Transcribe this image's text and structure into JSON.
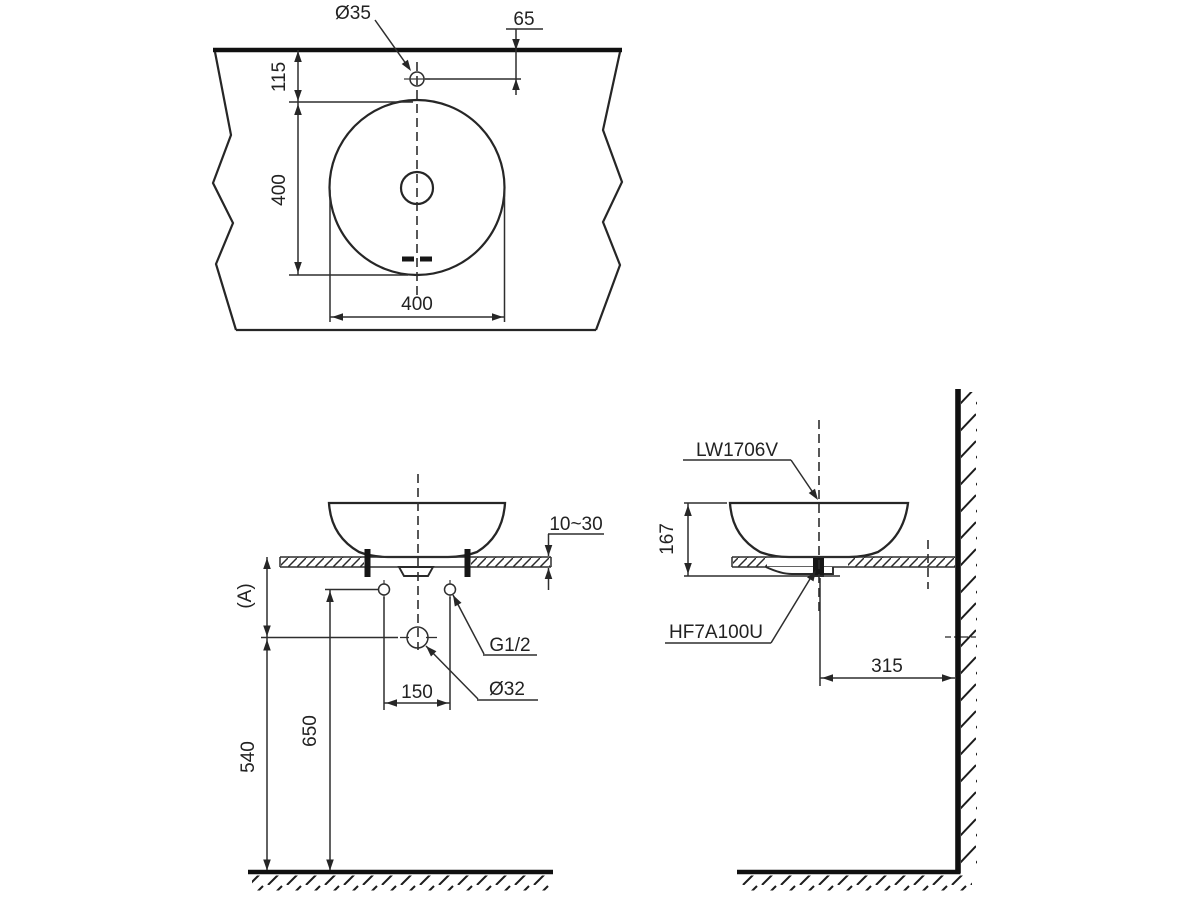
{
  "top_view": {
    "faucet_hole_dia": "Ø35",
    "faucet_offset": "65",
    "edge_to_basin": "115",
    "basin_dia_vertical": "400",
    "basin_dia_horizontal": "400"
  },
  "front_view": {
    "counter_thickness": "10~30",
    "counter_offset_label": "(A)",
    "supply_size": "G1/2",
    "drain_size": "Ø32",
    "supply_spacing": "150",
    "supply_height": "650",
    "drain_height": "540"
  },
  "side_view": {
    "model": "LW1706V",
    "basin_height": "167",
    "drain_model": "HF7A100U",
    "drain_to_wall": "315"
  },
  "colors": {
    "line": "#262626",
    "background": "#ffffff"
  }
}
